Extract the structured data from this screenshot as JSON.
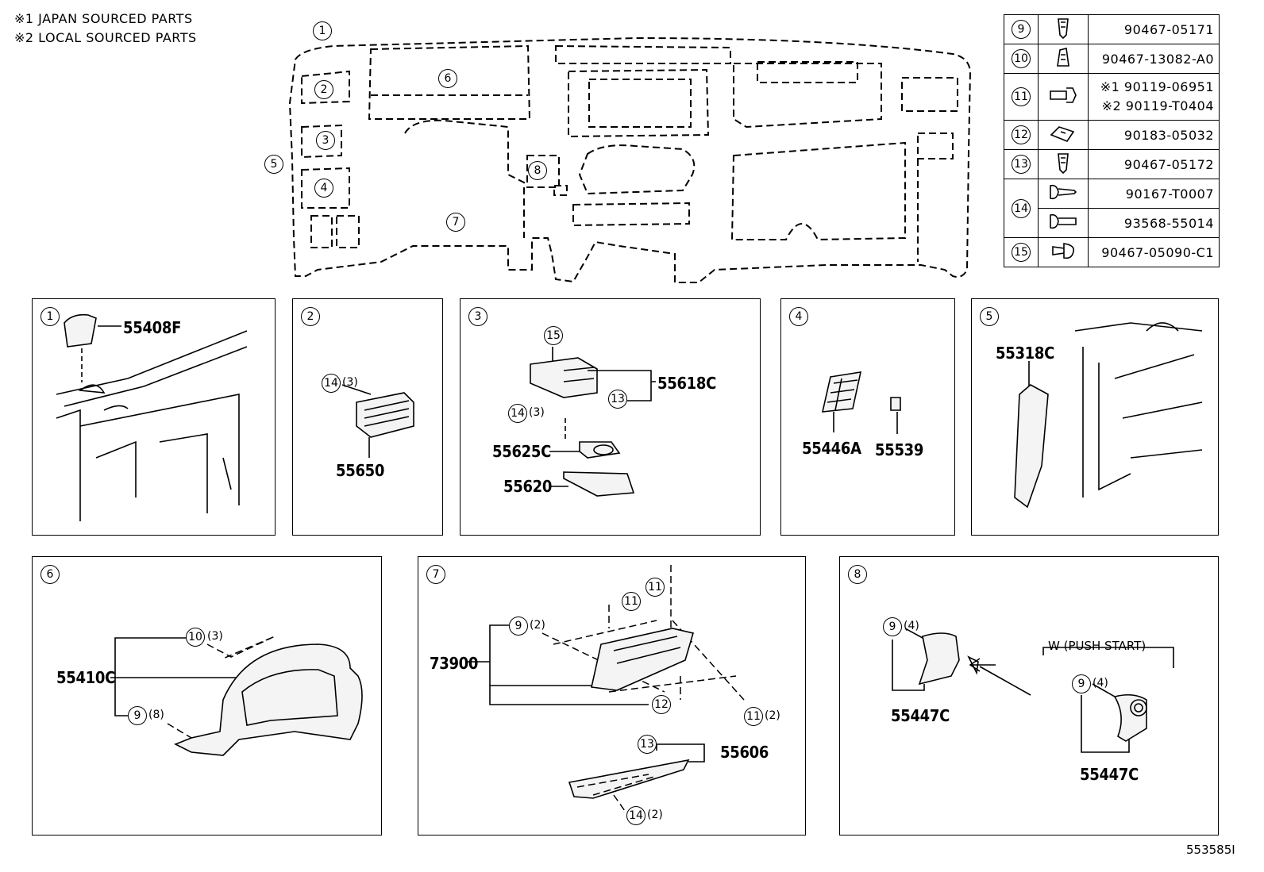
{
  "notes": [
    "※1 JAPAN SOURCED PARTS",
    "※2 LOCAL SOURCED PARTS"
  ],
  "overview_callouts": [
    "1",
    "2",
    "3",
    "4",
    "5",
    "6",
    "7",
    "8"
  ],
  "legend": [
    {
      "ref": "9",
      "icon": "clip-icon",
      "codes": [
        "90467-05171"
      ]
    },
    {
      "ref": "10",
      "icon": "clip-icon",
      "codes": [
        "90467-13082-A0"
      ]
    },
    {
      "ref": "11",
      "icon": "bolt-icon",
      "codes": [
        "※1 90119-06951",
        "※2 90119-T0404"
      ]
    },
    {
      "ref": "12",
      "icon": "nut-icon",
      "codes": [
        "90183-05032"
      ]
    },
    {
      "ref": "13",
      "icon": "clip-icon",
      "codes": [
        "90467-05172"
      ]
    },
    {
      "ref": "14",
      "icon": "screw-icon",
      "codes": [
        "90167-T0007",
        "93568-55014"
      ]
    },
    {
      "ref": "15",
      "icon": "pin-icon",
      "codes": [
        "90467-05090-C1"
      ]
    }
  ],
  "panels": [
    {
      "ref": "1",
      "parts": [
        "55408F"
      ]
    },
    {
      "ref": "2",
      "parts": [
        "55650"
      ],
      "fasteners": [
        {
          "ref": "14",
          "qty": "(3)"
        }
      ]
    },
    {
      "ref": "3",
      "parts": [
        "55618C",
        "55625C",
        "55620"
      ],
      "fasteners": [
        {
          "ref": "15",
          "qty": ""
        },
        {
          "ref": "13",
          "qty": ""
        },
        {
          "ref": "14",
          "qty": "(3)"
        }
      ]
    },
    {
      "ref": "4",
      "parts": [
        "55446A",
        "55539"
      ]
    },
    {
      "ref": "5",
      "parts": [
        "55318C"
      ]
    },
    {
      "ref": "6",
      "parts": [
        "55410C"
      ],
      "fasteners": [
        {
          "ref": "10",
          "qty": "(3)"
        },
        {
          "ref": "9",
          "qty": "(8)"
        }
      ]
    },
    {
      "ref": "7",
      "parts": [
        "73900",
        "55606"
      ],
      "fasteners": [
        {
          "ref": "9",
          "qty": "(2)"
        },
        {
          "ref": "11",
          "qty": ""
        },
        {
          "ref": "11",
          "qty": ""
        },
        {
          "ref": "12",
          "qty": ""
        },
        {
          "ref": "11",
          "qty": "(2)"
        },
        {
          "ref": "13",
          "qty": ""
        },
        {
          "ref": "14",
          "qty": "(2)"
        }
      ]
    },
    {
      "ref": "8",
      "parts": [
        "55447C",
        "55447C"
      ],
      "variant_label": "W (PUSH START)",
      "fasteners": [
        {
          "ref": "9",
          "qty": "(4)"
        },
        {
          "ref": "9",
          "qty": "(4)"
        }
      ]
    }
  ],
  "figure_id": "553585I"
}
